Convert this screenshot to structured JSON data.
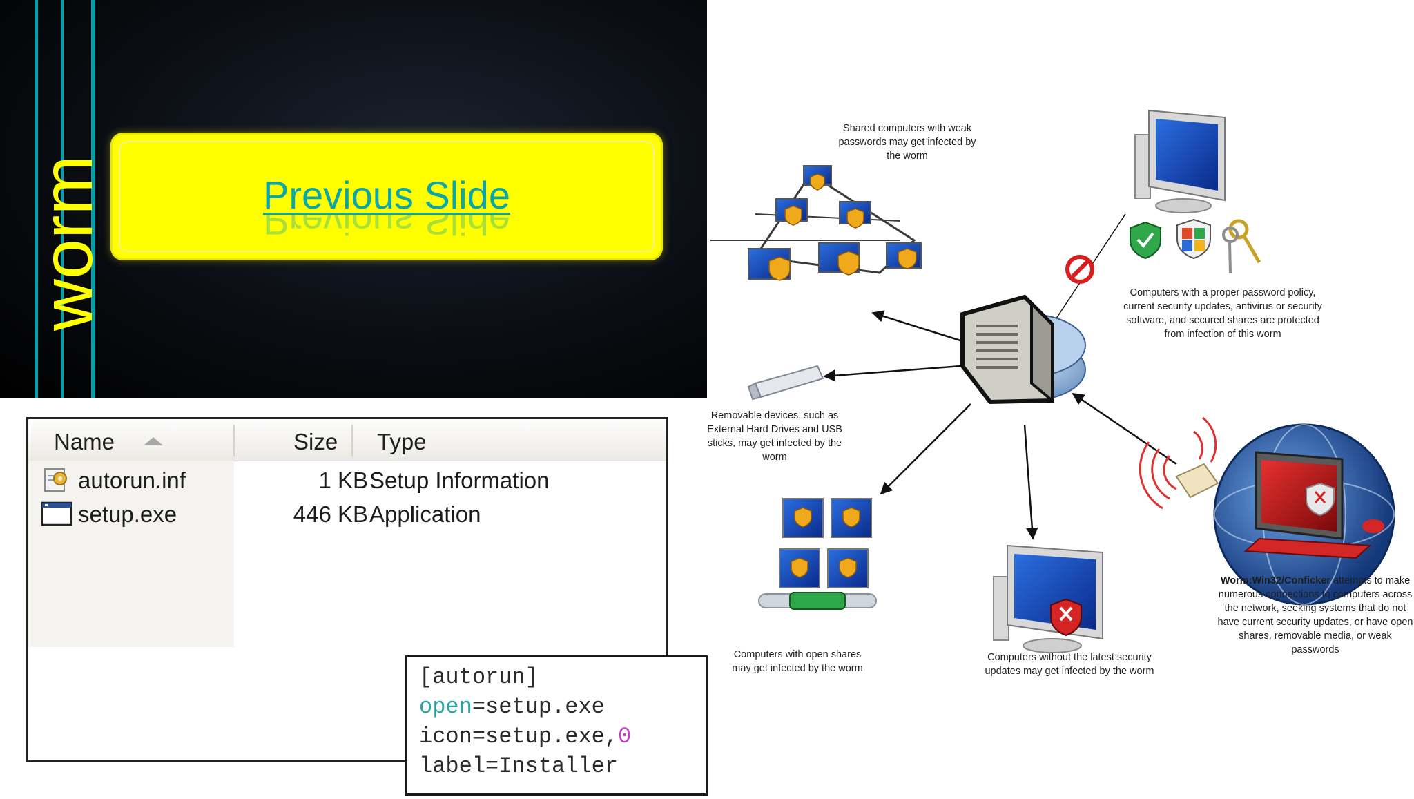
{
  "slide": {
    "title": "worm",
    "previous_button_label": "Previous Slide"
  },
  "explorer": {
    "columns": {
      "name": "Name",
      "size": "Size",
      "type": "Type"
    },
    "files": [
      {
        "name": "autorun.inf",
        "size": "1 KB",
        "type": "Setup Information",
        "icon": "setup-info-file-icon"
      },
      {
        "name": "setup.exe",
        "size": "446 KB",
        "type": "Application",
        "icon": "application-file-icon"
      }
    ]
  },
  "autorun_inf": {
    "line1": "[autorun]",
    "line2_key": "open",
    "line2_value": "=setup.exe",
    "line3_prefix": "icon=setup.exe,",
    "line3_index": "0",
    "line4": "label=Installer"
  },
  "diagram": {
    "shared_computers": "Shared computers with weak passwords may get infected by the worm",
    "protected_computers": "Computers with a proper password policy, current security updates, antivirus or security software, and secured shares are protected from infection of this worm",
    "removable_devices": "Removable devices, such as External Hard Drives and USB sticks, may get infected by the worm",
    "open_shares": "Computers with open shares may get infected by the worm",
    "no_updates": "Computers without the latest security updates may get infected by the worm",
    "conficker_name": "Worm:Win32/Conficker",
    "conficker_text": " attempts to make numerous connections to computers across the network, seeking systems that do not have current security updates, or have open shares, removable media, or weak passwords"
  },
  "colors": {
    "title_yellow": "#ffff00",
    "button_yellow": "#ffff00",
    "link_teal": "#0aa6a8",
    "accent_teal_lines": "#0a9ea8"
  }
}
